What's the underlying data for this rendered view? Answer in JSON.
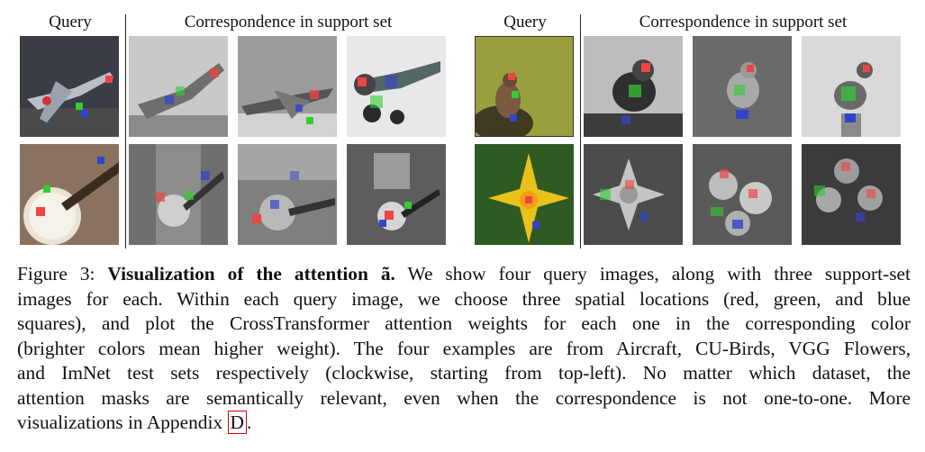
{
  "headers": {
    "left_query": "Query",
    "left_support": "Correspondence in support set",
    "right_query": "Query",
    "right_support": "Correspondence in support set"
  },
  "images": {
    "aircraft_query": "Query aircraft image",
    "aircraft_support": [
      "Support aircraft 1",
      "Support aircraft 2",
      "Support aircraft 3"
    ],
    "banjo_query": "Query banjo image",
    "banjo_support": [
      "Support banjo 1",
      "Support banjo 2",
      "Support banjo 3"
    ],
    "bird_query": "Query bird image",
    "bird_support": [
      "Support bird 1",
      "Support bird 2",
      "Support bird 3"
    ],
    "flower_query": "Query flower image",
    "flower_support": [
      "Support flower 1",
      "Support flower 2",
      "Support flower 3"
    ]
  },
  "caption": {
    "label": "Figure 3:",
    "title": "Visualization of the attention ã.",
    "lines": [
      " We show four query images, along with three support-set",
      "images for each. Within each query image, we choose three spatial locations (red, green, and blue",
      "squares), and plot the CrossTransformer attention weights for each one in the corresponding color",
      "(brighter colors mean higher weight). The four examples are from Aircraft, CU-Birds, VGG Flowers,",
      "and ImNet test sets respectively (clockwise, starting from top-left). No matter which dataset, the",
      "attention masks are semantically relevant, even when the correspondence is not one-to-one. More",
      "visualizations in Appendix "
    ],
    "appendix_ref": "D",
    "end": "."
  }
}
